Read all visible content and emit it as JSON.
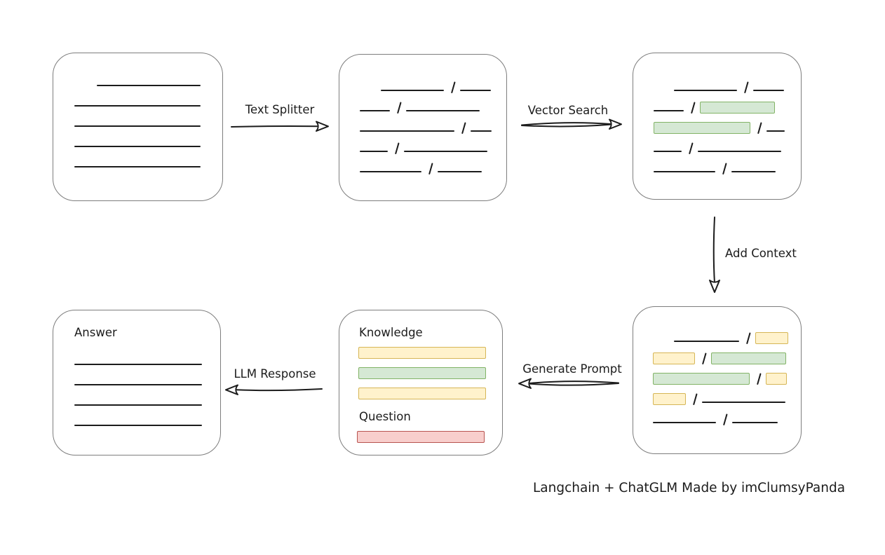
{
  "caption": "Langchain + ChatGLM Made by imClumsyPanda",
  "labels": {
    "text_splitter": "Text Splitter",
    "vector_search": "Vector Search",
    "add_context": "Add Context",
    "generate_prompt": "Generate Prompt",
    "llm_response": "LLM Response",
    "knowledge": "Knowledge",
    "question": "Question",
    "answer": "Answer"
  },
  "colors": {
    "green_fill": "#d5e8d4",
    "green_border": "#82b366",
    "yellow_fill": "#fff2cc",
    "yellow_border": "#d6b656",
    "red_fill": "#f8cecc",
    "red_border": "#b85450",
    "box_border": "#7d7d7d",
    "ink": "#1c1c1c"
  },
  "boxes": {
    "document": {
      "rows": [
        {
          "indent": 62,
          "segs": [
            {
              "t": "line",
              "w": 148
            }
          ]
        },
        {
          "indent": 30,
          "segs": [
            {
              "t": "line",
              "w": 180
            }
          ]
        },
        {
          "indent": 30,
          "segs": [
            {
              "t": "line",
              "w": 180
            }
          ]
        },
        {
          "indent": 30,
          "segs": [
            {
              "t": "line",
              "w": 180
            }
          ]
        },
        {
          "indent": 30,
          "segs": [
            {
              "t": "line",
              "w": 180
            }
          ]
        }
      ]
    },
    "split": {
      "rows": [
        {
          "indent": 59,
          "segs": [
            {
              "t": "line",
              "w": 90
            },
            {
              "t": "slash"
            },
            {
              "t": "line",
              "w": 44
            }
          ]
        },
        {
          "indent": 29,
          "segs": [
            {
              "t": "line",
              "w": 43
            },
            {
              "t": "slash"
            },
            {
              "t": "line",
              "w": 105
            }
          ]
        },
        {
          "indent": 29,
          "segs": [
            {
              "t": "line",
              "w": 135
            },
            {
              "t": "slash"
            },
            {
              "t": "line",
              "w": 30
            }
          ]
        },
        {
          "indent": 29,
          "segs": [
            {
              "t": "line",
              "w": 40
            },
            {
              "t": "slash"
            },
            {
              "t": "line",
              "w": 119
            }
          ]
        },
        {
          "indent": 29,
          "segs": [
            {
              "t": "line",
              "w": 88
            },
            {
              "t": "slash"
            },
            {
              "t": "line",
              "w": 63
            }
          ]
        }
      ]
    },
    "vector": {
      "rows": [
        {
          "indent": 58,
          "segs": [
            {
              "t": "line",
              "w": 90
            },
            {
              "t": "slash"
            },
            {
              "t": "line",
              "w": 44
            }
          ]
        },
        {
          "indent": 29,
          "segs": [
            {
              "t": "line",
              "w": 43
            },
            {
              "t": "slash"
            },
            {
              "t": "chunk",
              "color": "green",
              "w": 107
            }
          ]
        },
        {
          "indent": 29,
          "segs": [
            {
              "t": "chunk",
              "color": "green",
              "w": 138
            },
            {
              "t": "slash"
            },
            {
              "t": "line",
              "w": 26
            }
          ]
        },
        {
          "indent": 29,
          "segs": [
            {
              "t": "line",
              "w": 40
            },
            {
              "t": "slash"
            },
            {
              "t": "line",
              "w": 119
            }
          ]
        },
        {
          "indent": 29,
          "segs": [
            {
              "t": "line",
              "w": 88
            },
            {
              "t": "slash"
            },
            {
              "t": "line",
              "w": 63
            }
          ]
        }
      ]
    },
    "context": {
      "rows": [
        {
          "indent": 58,
          "segs": [
            {
              "t": "line",
              "w": 93
            },
            {
              "t": "slash"
            },
            {
              "t": "chunk",
              "color": "yellow",
              "w": 47
            }
          ]
        },
        {
          "indent": 28,
          "segs": [
            {
              "t": "chunk",
              "color": "yellow",
              "w": 60
            },
            {
              "t": "slash"
            },
            {
              "t": "chunk",
              "color": "green",
              "w": 107
            }
          ]
        },
        {
          "indent": 28,
          "segs": [
            {
              "t": "chunk",
              "color": "green",
              "w": 138
            },
            {
              "t": "slash"
            },
            {
              "t": "chunk",
              "color": "yellow",
              "w": 30
            }
          ]
        },
        {
          "indent": 28,
          "segs": [
            {
              "t": "chunk",
              "color": "yellow",
              "w": 47
            },
            {
              "t": "slash"
            },
            {
              "t": "line",
              "w": 119
            }
          ]
        },
        {
          "indent": 28,
          "segs": [
            {
              "t": "line",
              "w": 90
            },
            {
              "t": "slash"
            },
            {
              "t": "line",
              "w": 65
            }
          ]
        }
      ]
    },
    "prompt": {
      "knowledge_bars": [
        {
          "indent": 27,
          "segs": [
            {
              "t": "chunk",
              "color": "yellow",
              "w": 182
            }
          ]
        },
        {
          "indent": 27,
          "segs": [
            {
              "t": "chunk",
              "color": "green",
              "w": 182
            }
          ]
        },
        {
          "indent": 27,
          "segs": [
            {
              "t": "chunk",
              "color": "yellow",
              "w": 182
            }
          ]
        }
      ],
      "question_bars": [
        {
          "indent": 25,
          "segs": [
            {
              "t": "chunk",
              "color": "red",
              "w": 182
            }
          ]
        }
      ]
    },
    "answer": {
      "rows": [
        {
          "indent": 30,
          "segs": [
            {
              "t": "line",
              "w": 182
            }
          ]
        },
        {
          "indent": 30,
          "segs": [
            {
              "t": "line",
              "w": 182
            }
          ]
        },
        {
          "indent": 30,
          "segs": [
            {
              "t": "line",
              "w": 182
            }
          ]
        },
        {
          "indent": 30,
          "segs": [
            {
              "t": "line",
              "w": 182
            }
          ]
        }
      ]
    }
  }
}
